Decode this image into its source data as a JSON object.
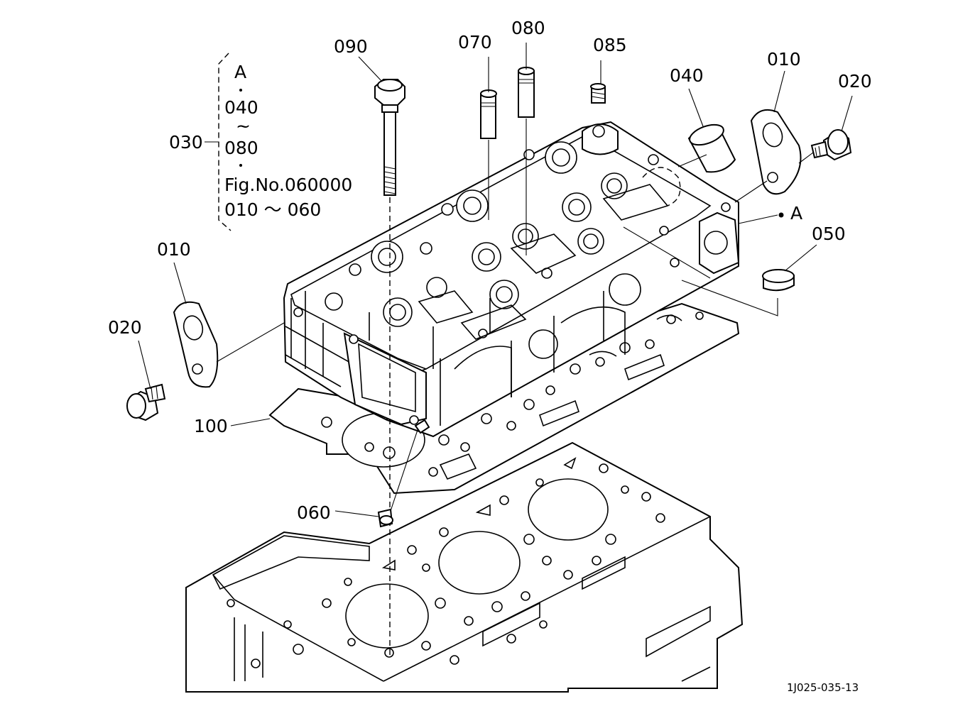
{
  "labels": {
    "p090": "090",
    "p070": "070",
    "p080_top": "080",
    "p085": "085",
    "p040": "040",
    "p010_right": "010",
    "p020_right": "020",
    "pA_ref": "A",
    "p050": "050",
    "p010_left": "010",
    "p020_left": "020",
    "p100": "100",
    "p060": "060",
    "p030": "030"
  },
  "kit_030": {
    "line1": "A",
    "line2": "040",
    "line3": "~",
    "line4": "080",
    "line5": "Fig.No.060000",
    "line6": "010 ～ 060"
  },
  "figure_code": "1J025-035-13"
}
